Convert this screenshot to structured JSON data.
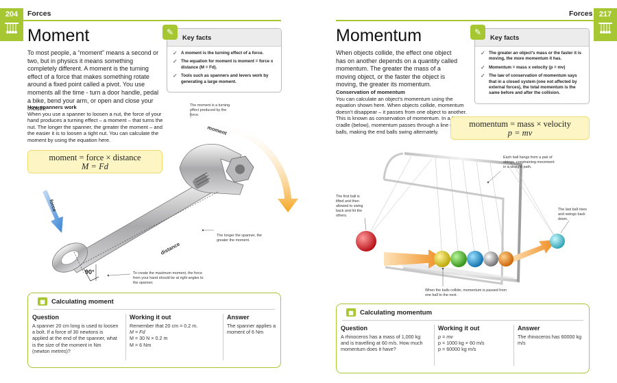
{
  "left": {
    "page_number": "204",
    "section": "Forces",
    "title": "Moment",
    "intro": "To most people, a “moment” means a second or two, but in physics it means something completely different. A moment is the turning effect of a force that makes something rotate around a fixed point called a pivot. You use moments all the time - turn a door handle, pedal a bike, bend your arm, or open and close your mouth.",
    "subhead": "How spanners work",
    "body": "When you use a spanner to loosen a nut, the force of your hand produces a turning effect – a moment – that turns the nut. The longer the spanner, the greater the moment – and the easier it is to loosen a tight nut. You can calculate the moment by using the equation here.",
    "key_facts": {
      "title": "Key facts",
      "items": [
        "A moment is the turning effect of a force.",
        "The equation for moment is moment = force x distance (M = Fd).",
        "Tools such as spanners and levers work by generating a large moment."
      ]
    },
    "equation": {
      "line1": "moment = force × distance",
      "line2": "M = Fd"
    },
    "labels": {
      "moment_note": "The moment is a turning effect produced by the force.",
      "moment": "moment",
      "force": "force",
      "distance": "distance",
      "angle": "90°",
      "longer_note": "The longer the spanner, the greater the moment.",
      "max_note": "To create the maximum moment, the force from your hand should be at right angles to the spanner."
    },
    "calc": {
      "title": "Calculating moment",
      "question_h": "Question",
      "question": "A spanner 20 cm long is used to loosen a bolt. If a force of 30 newtons is applied at the end of the spanner, what is the size of the moment in Nm (newton metres)?",
      "working_h": "Working it out",
      "working": [
        "Remember that 20 cm = 0.2 m.",
        "M = Fd",
        "M = 30 N × 0.2 m",
        "M = 6 Nm"
      ],
      "answer_h": "Answer",
      "answer": "The spanner applies a moment of 6 Nm"
    }
  },
  "right": {
    "page_number": "217",
    "section": "Forces",
    "title": "Momentum",
    "intro": "When objects collide, the effect one object has on another depends on a quantity called momentum. The greater the mass of a moving object, or the faster the object is moving, the greater its momentum.",
    "subhead": "Conservation of momentum",
    "body": "You can calculate an object’s momentum using the equation shown here. When objects collide, momentum doesn’t disappear – it passes from one object to another. This is known as conservation of momentum. In a Newton’s cradle (below), momentum passes through a line of steel balls, making the end balls swing alternately.",
    "key_facts": {
      "title": "Key facts",
      "items": [
        "The greater an object’s mass or the faster it is moving, the more momentum it has.",
        "Momentum = mass x velocity (p = mv)",
        "The law of conservation of momentum says that in a closed system (one not affected by external forces), the total momentum is the same before and after the collision."
      ]
    },
    "equation": {
      "line1": "momentum = mass × velocity",
      "line2": "p = mv"
    },
    "labels": {
      "strings_note": "Each ball hangs from a pair of strings, constraining movement in a straight path.",
      "first_ball_note": "The first ball is lifted and then allowed to swing back and hit the others.",
      "last_ball_note": "The last ball rises and swings back down.",
      "collide_note": "When the balls collide, momentum is passed from one ball to the next."
    },
    "calc": {
      "title": "Calculating momentum",
      "question_h": "Question",
      "question": "A rhinoceros has a mass of 1,000 kg and is travelling at 60 m/s. How much momentum does it have?",
      "working_h": "Working it out",
      "working": [
        "p = mv",
        "p = 1000 kg × 60 m/s",
        "p = 60000 kg m/s"
      ],
      "answer_h": "Answer",
      "answer": "The rhinoceros has 60000 kg m/s"
    }
  },
  "colors": {
    "accent": "#a6c731",
    "equation_bg": "#fdf6c4",
    "arrow_orange": "#f5a623",
    "force_blue": "#4a90d9"
  }
}
